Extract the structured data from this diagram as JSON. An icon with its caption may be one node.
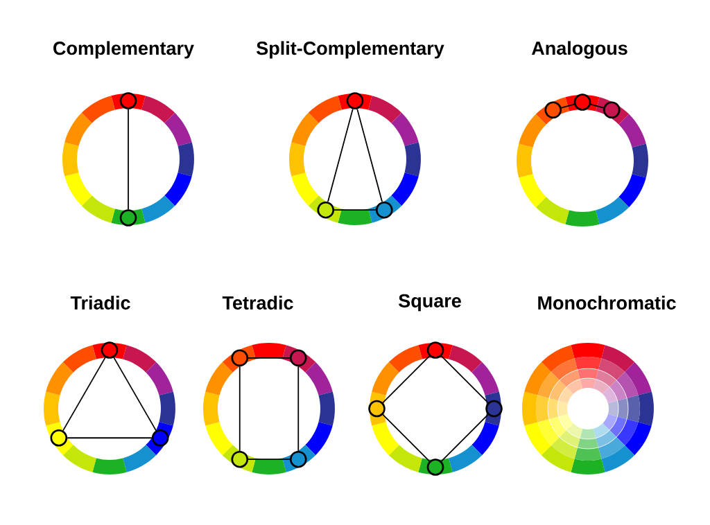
{
  "diagram": {
    "nodes": [
      {
        "text": [],
        "shape": "circle"
      },
      {
        "text": [],
        "shape": "circle"
      },
      {
        "text": [],
        "shape": "circle"
      },
      {
        "text": [],
        "shape": "circle"
      },
      {
        "text": [],
        "shape": "circle"
      },
      {
        "text": [],
        "shape": "circle"
      },
      {
        "text": [],
        "shape": "circle"
      },
      {
        "text": [],
        "shape": "circle"
      },
      {
        "text": [],
        "shape": "circle"
      },
      {
        "text": [],
        "shape": "circle"
      },
      {
        "text": [],
        "shape": "circle"
      },
      {
        "text": [],
        "shape": "circle"
      },
      {
        "text": [],
        "shape": "circle"
      },
      {
        "text": [],
        "shape": "circle"
      },
      {
        "text": [],
        "shape": "circle"
      },
      {
        "text": [],
        "shape": "circle"
      },
      {
        "text": [],
        "shape": "circle"
      },
      {
        "text": [],
        "shape": "circle"
      },
      {
        "text": [],
        "shape": "circle"
      }
    ],
    "edges": [
      {
        "from": 0,
        "to": 1,
        "arrow": "none"
      },
      {
        "from": 2,
        "to": 3,
        "arrow": "none"
      },
      {
        "from": 2,
        "to": 4,
        "arrow": "none"
      },
      {
        "from": 3,
        "to": 4,
        "arrow": "none"
      },
      {
        "from": 5,
        "to": 6,
        "arrow": "none"
      },
      {
        "from": 6,
        "to": 7,
        "arrow": "none"
      },
      {
        "from": 8,
        "to": 9,
        "arrow": "none"
      },
      {
        "from": 8,
        "to": 10,
        "arrow": "none"
      },
      {
        "from": 9,
        "to": 10,
        "arrow": "none"
      },
      {
        "from": 11,
        "to": 12,
        "arrow": "none"
      },
      {
        "from": 11,
        "to": 13,
        "arrow": "none"
      },
      {
        "from": 12,
        "to": 14,
        "arrow": "none"
      },
      {
        "from": 13,
        "to": 14,
        "arrow": "none"
      },
      {
        "from": 15,
        "to": 16,
        "arrow": "none"
      },
      {
        "from": 15,
        "to": 17,
        "arrow": "none"
      },
      {
        "from": 16,
        "to": 18,
        "arrow": "none"
      },
      {
        "from": 17,
        "to": 18,
        "arrow": "none"
      }
    ],
    "labels": [
      "Complementary",
      "Split-Complementary",
      "Analogous",
      "Triadic",
      "Tetradic",
      "Square",
      "Monochromatic"
    ]
  }
}
